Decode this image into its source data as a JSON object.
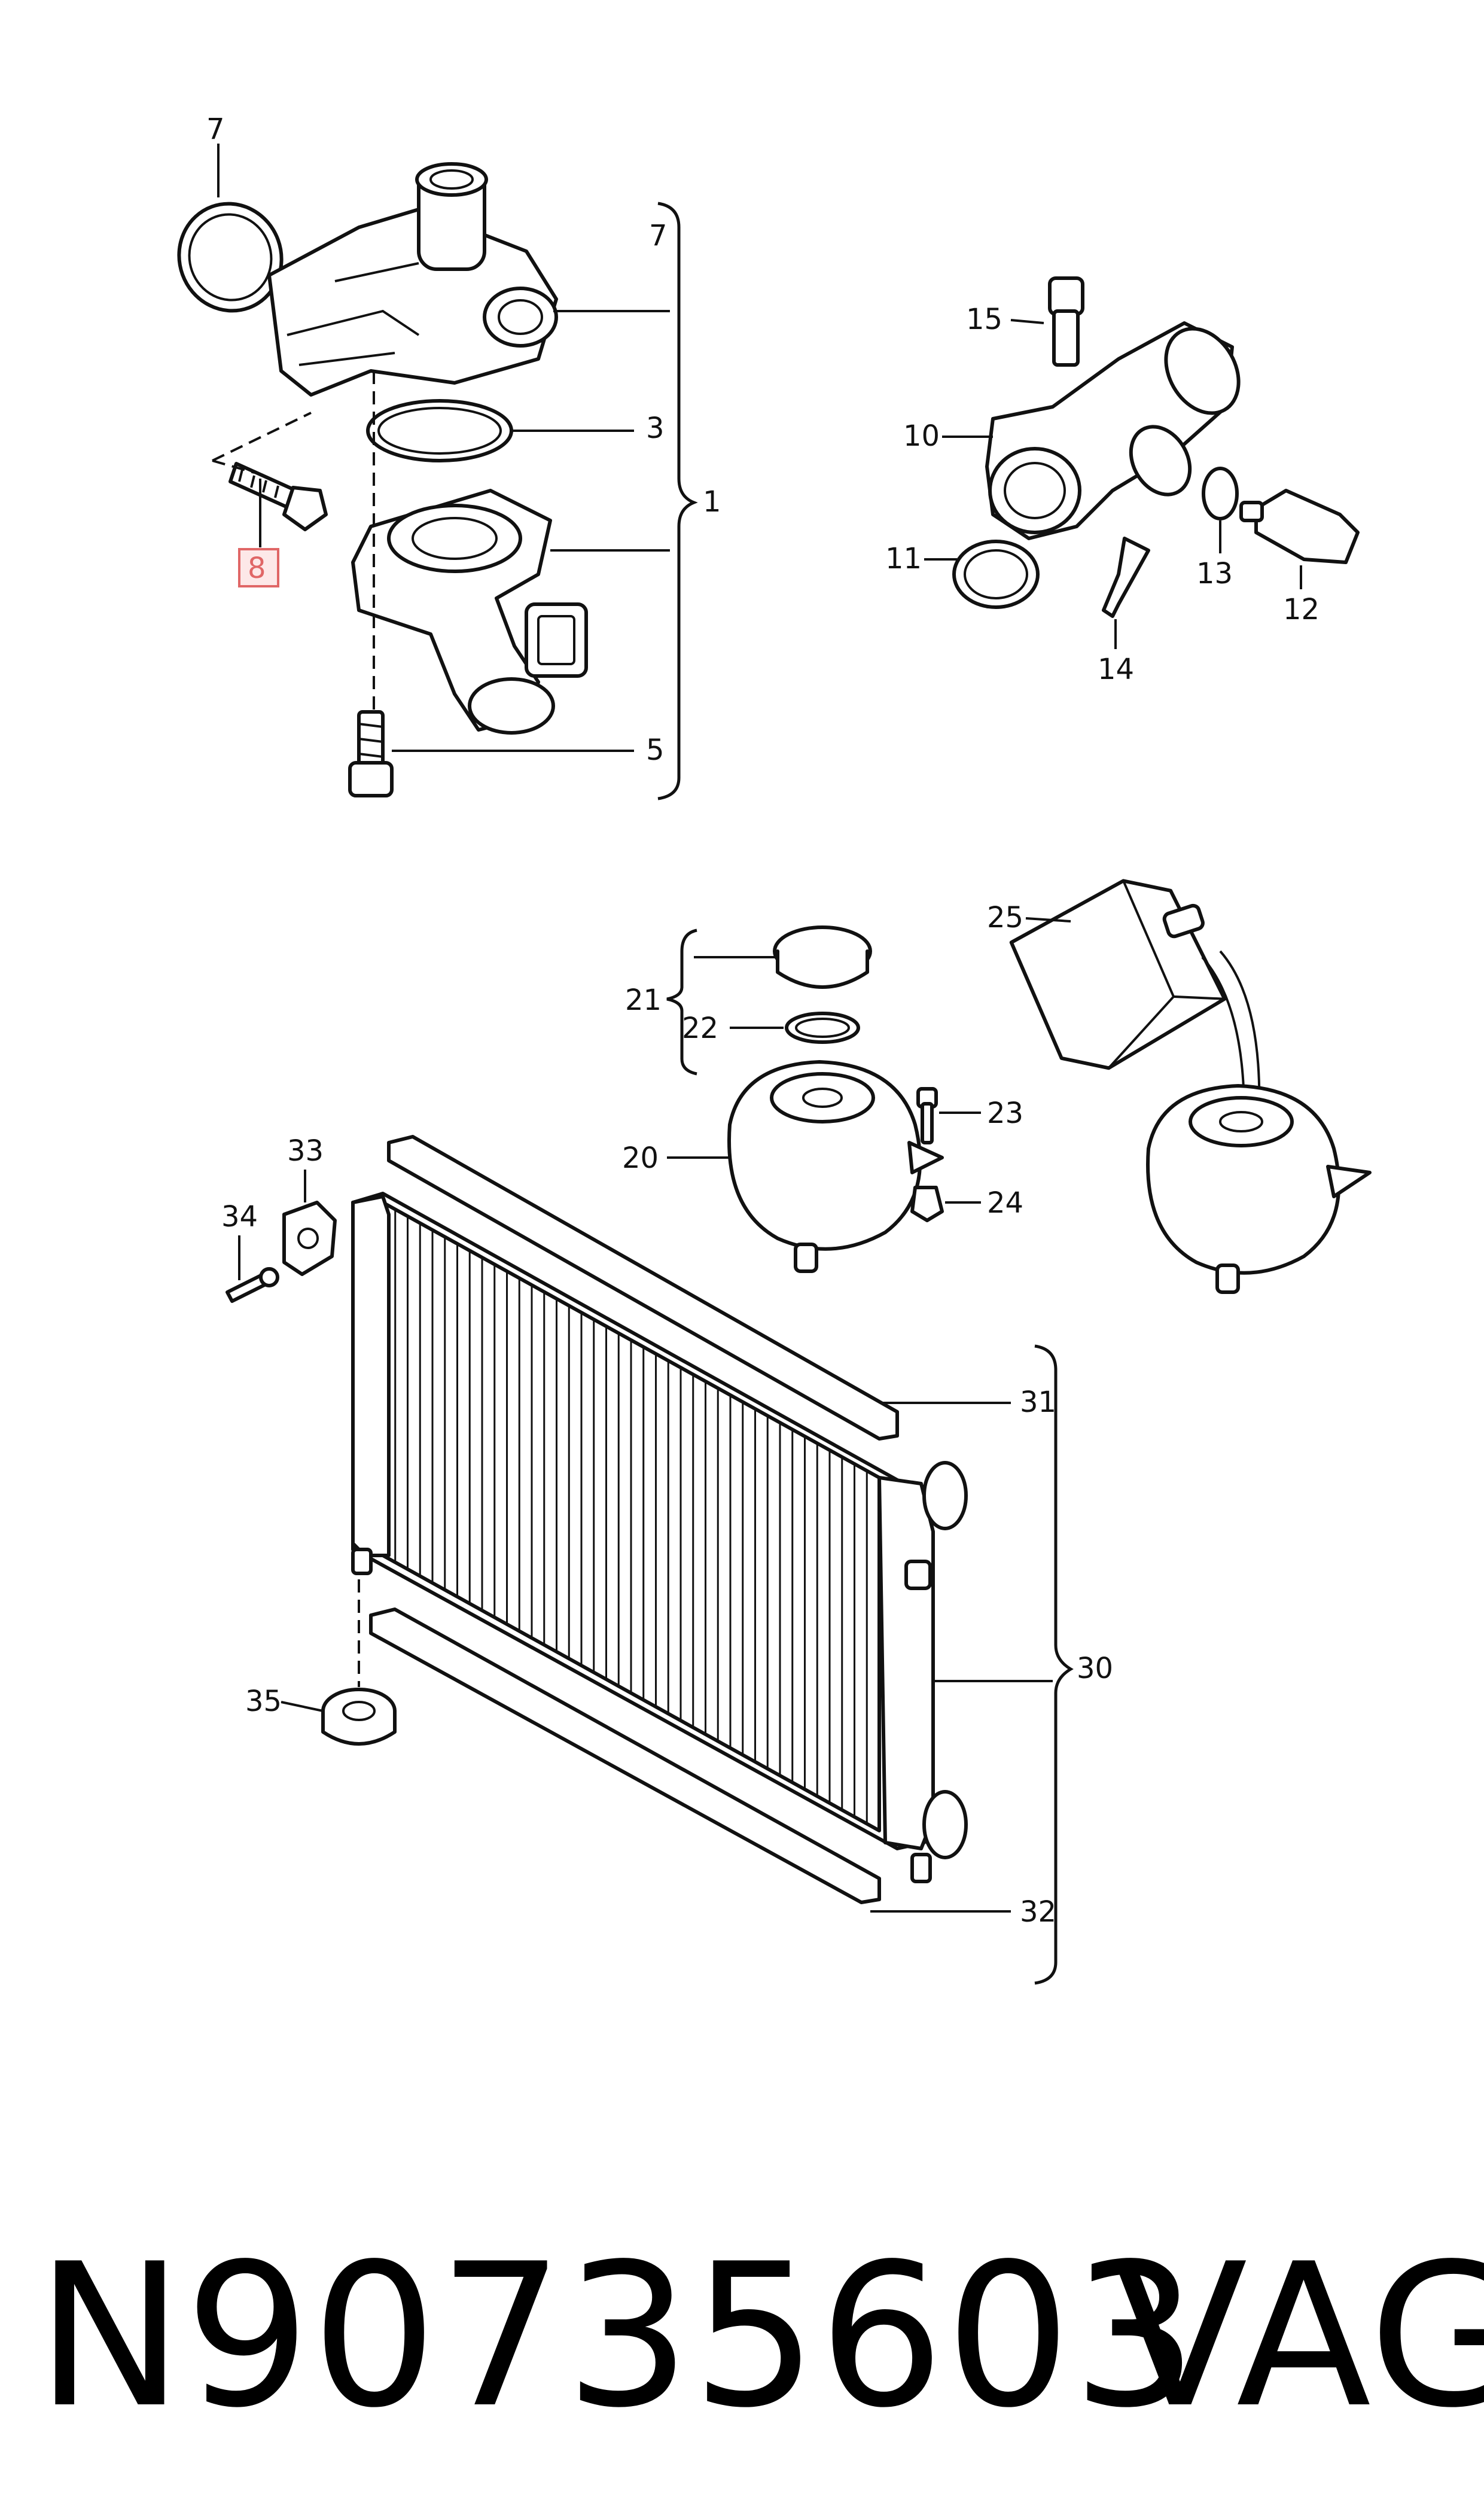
{
  "diagram": {
    "callouts": {
      "c7a": "7",
      "c7b": "7",
      "c3": "3",
      "c1": "1",
      "c8": "8",
      "c5": "5",
      "c15": "15",
      "c10": "10",
      "c11": "11",
      "c13": "13",
      "c12": "12",
      "c14": "14",
      "c25": "25",
      "c21": "21",
      "c22": "22",
      "c20": "20",
      "c23": "23",
      "c24": "24",
      "c33": "33",
      "c34": "34",
      "c31": "31",
      "c30": "30",
      "c35": "35",
      "c32": "32"
    },
    "highlighted_callout": "8",
    "highlight_color": "#e06666"
  },
  "footer": {
    "part_number": "N90735603",
    "brand": "VAG"
  }
}
